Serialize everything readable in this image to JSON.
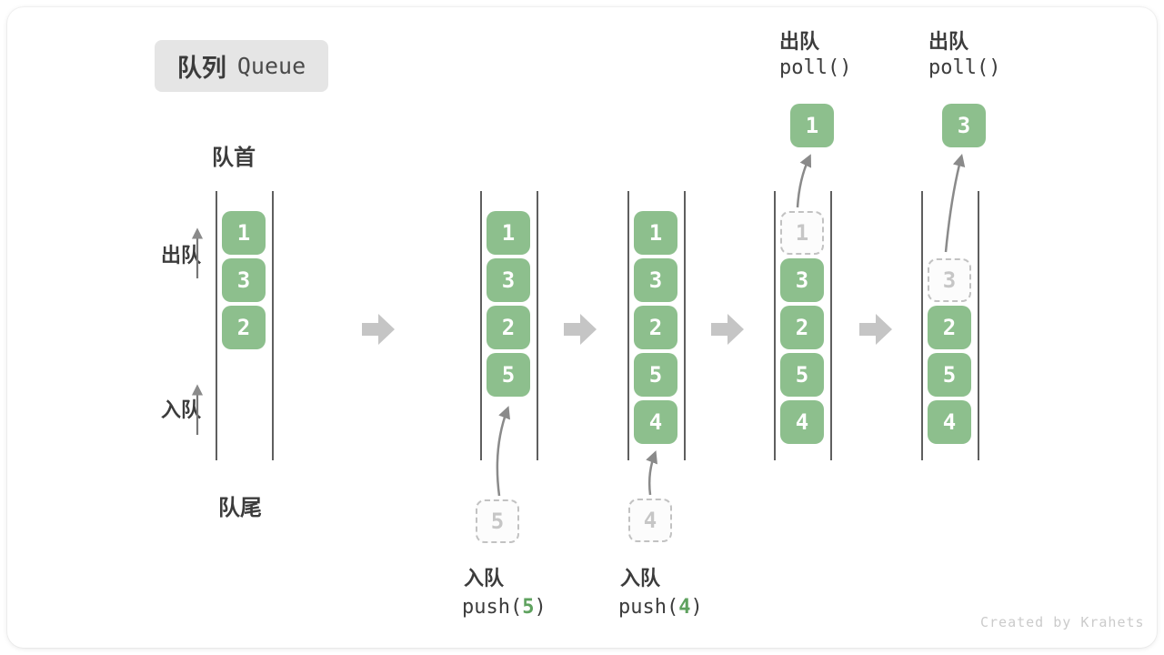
{
  "title": {
    "zh": "队列",
    "en": "Queue"
  },
  "side_labels": {
    "front": "队首",
    "rear": "队尾",
    "dequeue": "出队",
    "enqueue": "入队"
  },
  "colors": {
    "cell_green": "#8dbf8d",
    "accent_green": "#5fa25f",
    "block_arrow_gray": "#c5c5c5",
    "thin_arrow_gray": "#8a8a8a",
    "line_gray": "#5f5f5f",
    "text_dark": "#3c3c3c",
    "dashed_border": "#c2c2c2",
    "title_bg": "#e5e5e5"
  },
  "queues": [
    {
      "cells": [
        {
          "value": "1"
        },
        {
          "value": "3"
        },
        {
          "value": "2"
        }
      ]
    },
    {
      "cells": [
        {
          "value": "1"
        },
        {
          "value": "3"
        },
        {
          "value": "2"
        },
        {
          "value": "5"
        }
      ],
      "incoming": {
        "value": "5"
      },
      "op": {
        "label": "入队",
        "code_before": "push(",
        "arg": "5",
        "code_after": ")"
      }
    },
    {
      "cells": [
        {
          "value": "1"
        },
        {
          "value": "3"
        },
        {
          "value": "2"
        },
        {
          "value": "5"
        },
        {
          "value": "4"
        }
      ],
      "incoming": {
        "value": "4"
      },
      "op": {
        "label": "入队",
        "code_before": "push(",
        "arg": "4",
        "code_after": ")"
      }
    },
    {
      "cells": [
        {
          "value": "1"
        },
        {
          "value": "3"
        },
        {
          "value": "2"
        },
        {
          "value": "5"
        },
        {
          "value": "4"
        }
      ],
      "outgoing": {
        "value": "1"
      },
      "op": {
        "label": "出队",
        "code": "poll()"
      }
    },
    {
      "cells": [
        {
          "value": "3"
        },
        {
          "value": "2"
        },
        {
          "value": "5"
        },
        {
          "value": "4"
        }
      ],
      "outgoing": {
        "value": "3"
      },
      "op": {
        "label": "出队",
        "code": "poll()"
      }
    }
  ],
  "watermark": "Created by Krahets"
}
